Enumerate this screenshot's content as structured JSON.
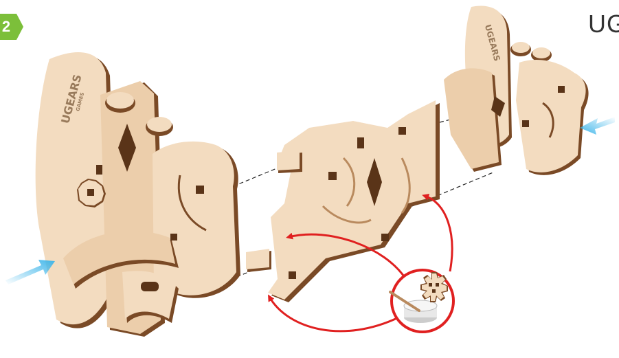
{
  "step": {
    "number": "2",
    "badge_color": "#7cbf3a"
  },
  "brand": {
    "logo_text": "UGEARS",
    "logo_subtext": "GAMES",
    "corner_text": "UG"
  },
  "colors": {
    "wood_face": "#f3dcc0",
    "wood_edge": "#7a4a26",
    "wood_dark": "#5a3418",
    "arrow_blue": "#3fb6ea",
    "guide_red": "#e02020",
    "dashed_line": "#222222"
  },
  "parts": {
    "left_assembly": "assembled-left-panel",
    "center_panel": "center-panel",
    "right_assembly": "assembled-right-panel",
    "glue_callout": "glue-pot-with-gear-callout"
  },
  "icons": [
    "blue-arrow-icon",
    "blue-arrow-icon",
    "glue-pot-icon",
    "gear-icon"
  ]
}
